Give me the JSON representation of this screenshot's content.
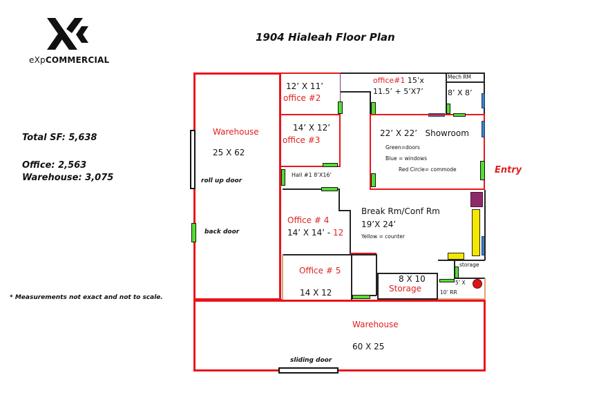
{
  "logo": {
    "brand_prefix": "eXp",
    "brand_suffix": "COMMERCIAL",
    "icon": "exp-x-logo-icon"
  },
  "title": "1904 Hialeah Floor Plan",
  "stats": {
    "total": "Total SF:  5,638",
    "office": "Office:  2,563",
    "warehouse": "Warehouse:  3,075"
  },
  "footnote": "*  Measurements not exact and not to scale.",
  "entry_label": "Entry",
  "rooms": {
    "warehouse_west": {
      "name": "Warehouse",
      "size": "25 X 62",
      "door1": "roll up door",
      "door2": "back door"
    },
    "office2": {
      "size": "12’ X 11’",
      "name": "office  #2"
    },
    "office1": {
      "name": "office#1",
      "size_a": "15’x",
      "size_b": "11.5’ + 5’X7’"
    },
    "mech": {
      "name": "Mech RM",
      "size": "8’ X 8’"
    },
    "office3": {
      "size": "14’  X 12’",
      "name": "office #3"
    },
    "showroom": {
      "size": "22’ X 22’",
      "name": "Showroom"
    },
    "hall": {
      "name": "Hall #1 8’X16’"
    },
    "office4": {
      "name": "Office # 4",
      "size": "14’ X 14’ - ",
      "size_suffix": "12"
    },
    "break": {
      "name": "Break Rm/Conf Rm",
      "size": "19’X 24’",
      "note": "Yellow = counter"
    },
    "office5": {
      "name": "Office # 5",
      "size": "14 X 12"
    },
    "storage_main": {
      "size": "8 X 10",
      "name": "Storage"
    },
    "storage_small": {
      "name": "storage"
    },
    "restroom": {
      "size_a": "5’ X",
      "size_b": "10’ RR"
    },
    "warehouse_south": {
      "name": "Warehouse",
      "size": "60 X 25",
      "door": "sliding door"
    }
  },
  "legend": {
    "doors": "Green=doors",
    "windows": "Blue = windows",
    "commode": "Red Circle= commode"
  },
  "colors": {
    "wall_red": "#e8141c",
    "door_green": "#55dd33",
    "window_blue": "#3f7fc0",
    "counter_yellow": "#f5e800",
    "commode_red": "#d81818",
    "cabinet_purple": "#8e2a6a"
  }
}
